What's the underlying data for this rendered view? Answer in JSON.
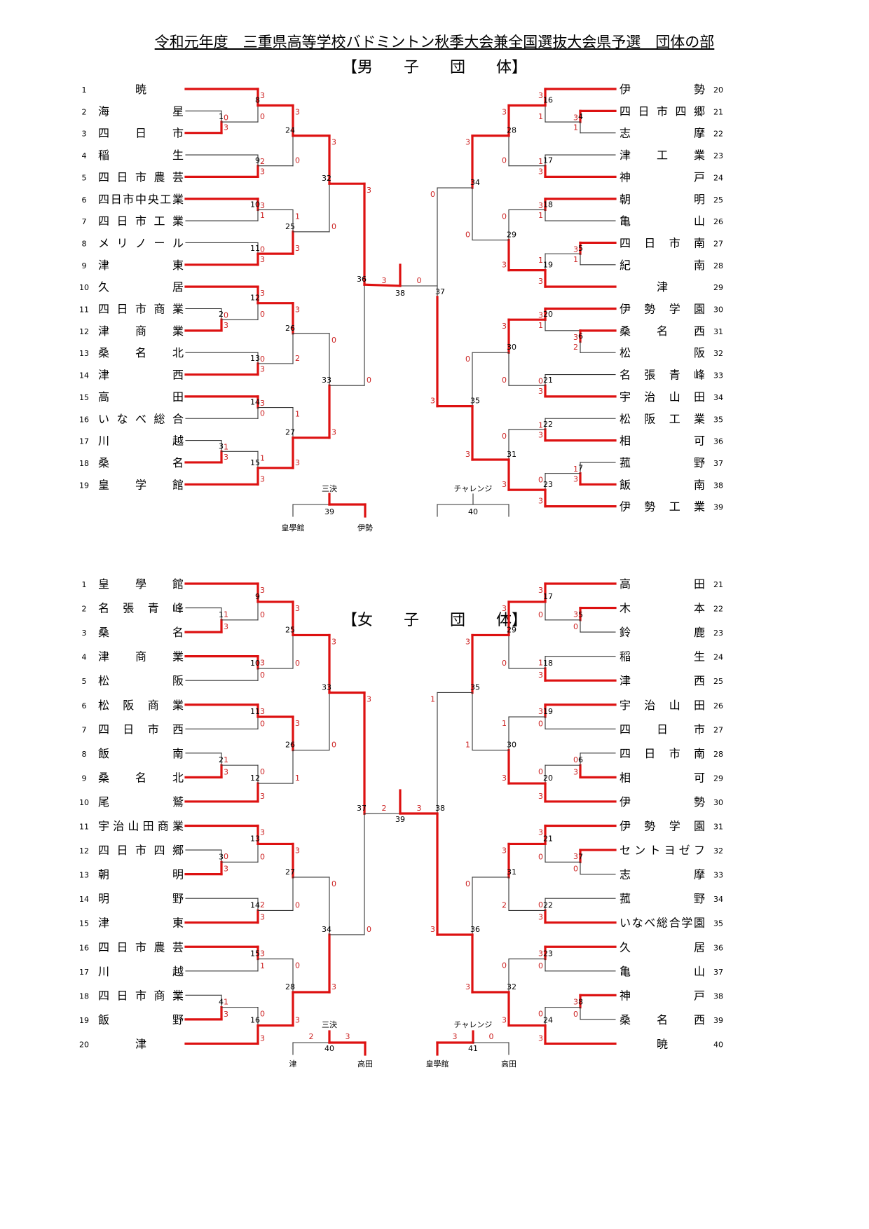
{
  "title": "令和元年度　三重県高等学校バドミントン秋季大会兼全国選抜大会県予選　団体の部",
  "men": {
    "header": "【男　　子　　団　　体】",
    "teams": [
      {
        "no": "1",
        "name": "暁"
      },
      {
        "no": "2",
        "name": "海星"
      },
      {
        "no": "3",
        "name": "四日市"
      },
      {
        "no": "4",
        "name": "稲生"
      },
      {
        "no": "5",
        "name": "四日市農芸"
      },
      {
        "no": "6",
        "name": "四日市中央工業"
      },
      {
        "no": "7",
        "name": "四日市工業"
      },
      {
        "no": "8",
        "name": "メリノール"
      },
      {
        "no": "9",
        "name": "津東"
      },
      {
        "no": "10",
        "name": "久居"
      },
      {
        "no": "11",
        "name": "四日市商業"
      },
      {
        "no": "12",
        "name": "津商業"
      },
      {
        "no": "13",
        "name": "桑名北"
      },
      {
        "no": "14",
        "name": "津西"
      },
      {
        "no": "15",
        "name": "高田"
      },
      {
        "no": "16",
        "name": "いなべ総合"
      },
      {
        "no": "17",
        "name": "川越"
      },
      {
        "no": "18",
        "name": "桑名"
      },
      {
        "no": "19",
        "name": "皇学館"
      },
      {
        "no": "20",
        "name": "伊勢"
      },
      {
        "no": "21",
        "name": "四日市四郷"
      },
      {
        "no": "22",
        "name": "志摩"
      },
      {
        "no": "23",
        "name": "津工業"
      },
      {
        "no": "24",
        "name": "神戸"
      },
      {
        "no": "25",
        "name": "朝明"
      },
      {
        "no": "26",
        "name": "亀山"
      },
      {
        "no": "27",
        "name": "四日市南"
      },
      {
        "no": "28",
        "name": "紀南"
      },
      {
        "no": "29",
        "name": "津"
      },
      {
        "no": "30",
        "name": "伊勢学園"
      },
      {
        "no": "31",
        "name": "桑名西"
      },
      {
        "no": "32",
        "name": "松阪"
      },
      {
        "no": "33",
        "name": "名張青峰"
      },
      {
        "no": "34",
        "name": "宇治山田"
      },
      {
        "no": "35",
        "name": "松阪工業"
      },
      {
        "no": "36",
        "name": "相可"
      },
      {
        "no": "37",
        "name": "菰野"
      },
      {
        "no": "38",
        "name": "飯南"
      },
      {
        "no": "39",
        "name": "伊勢工業"
      }
    ],
    "matches": [
      {
        "no": "1",
        "a": "0",
        "b": "3"
      },
      {
        "no": "2",
        "a": "0",
        "b": "3"
      },
      {
        "no": "3",
        "a": "1",
        "b": "3"
      },
      {
        "no": "4",
        "a": "3",
        "b": "1"
      },
      {
        "no": "5",
        "a": "3",
        "b": "1"
      },
      {
        "no": "6",
        "a": "3",
        "b": "2"
      },
      {
        "no": "7",
        "a": "1",
        "b": "3"
      },
      {
        "no": "8",
        "a": "3",
        "b": "0"
      },
      {
        "no": "9",
        "a": "2",
        "b": "3"
      },
      {
        "no": "10",
        "a": "3",
        "b": "1"
      },
      {
        "no": "11",
        "a": "0",
        "b": "3"
      },
      {
        "no": "12",
        "a": "3",
        "b": "0"
      },
      {
        "no": "13",
        "a": "0",
        "b": "3"
      },
      {
        "no": "14",
        "a": "3",
        "b": "0"
      },
      {
        "no": "15",
        "a": "1",
        "b": "3"
      },
      {
        "no": "16",
        "a": "3",
        "b": "1"
      },
      {
        "no": "17",
        "a": "1",
        "b": "3"
      },
      {
        "no": "18",
        "a": "3",
        "b": "1"
      },
      {
        "no": "19",
        "a": "1",
        "b": "3"
      },
      {
        "no": "20",
        "a": "3",
        "b": "1"
      },
      {
        "no": "21",
        "a": "0",
        "b": "3"
      },
      {
        "no": "22",
        "a": "1",
        "b": "3"
      },
      {
        "no": "23",
        "a": "0",
        "b": "3"
      },
      {
        "no": "24",
        "a": "3",
        "b": "0"
      },
      {
        "no": "25",
        "a": "1",
        "b": "3"
      },
      {
        "no": "26",
        "a": "3",
        "b": "2"
      },
      {
        "no": "27",
        "a": "1",
        "b": "3"
      },
      {
        "no": "28",
        "a": "3",
        "b": "0"
      },
      {
        "no": "29",
        "a": "0",
        "b": "3"
      },
      {
        "no": "30",
        "a": "3",
        "b": "0"
      },
      {
        "no": "31",
        "a": "0",
        "b": "3"
      },
      {
        "no": "32",
        "a": "3",
        "b": "0"
      },
      {
        "no": "33",
        "a": "0",
        "b": "3"
      },
      {
        "no": "34",
        "a": "3",
        "b": "0"
      },
      {
        "no": "35",
        "a": "0",
        "b": "3"
      },
      {
        "no": "36",
        "a": "3",
        "b": "0"
      },
      {
        "no": "37",
        "a": "0",
        "b": "3"
      },
      {
        "no": "38",
        "a": "3",
        "b": "0"
      }
    ],
    "third": {
      "label": "三決",
      "no": "39",
      "left": "皇學館",
      "right": "伊勢"
    },
    "challenge": {
      "label": "チャレンジ",
      "no": "40"
    }
  },
  "women": {
    "header": "【女　　子　　団　　体】",
    "teams": [
      {
        "no": "1",
        "name": "皇學館"
      },
      {
        "no": "2",
        "name": "名張青峰"
      },
      {
        "no": "3",
        "name": "桑名"
      },
      {
        "no": "4",
        "name": "津商業"
      },
      {
        "no": "5",
        "name": "松阪"
      },
      {
        "no": "6",
        "name": "松阪商業"
      },
      {
        "no": "7",
        "name": "四日市西"
      },
      {
        "no": "8",
        "name": "飯南"
      },
      {
        "no": "9",
        "name": "桑名北"
      },
      {
        "no": "10",
        "name": "尾鷲"
      },
      {
        "no": "11",
        "name": "宇治山田商業"
      },
      {
        "no": "12",
        "name": "四日市四郷"
      },
      {
        "no": "13",
        "name": "朝明"
      },
      {
        "no": "14",
        "name": "明野"
      },
      {
        "no": "15",
        "name": "津東"
      },
      {
        "no": "16",
        "name": "四日市農芸"
      },
      {
        "no": "17",
        "name": "川越"
      },
      {
        "no": "18",
        "name": "四日市商業"
      },
      {
        "no": "19",
        "name": "飯野"
      },
      {
        "no": "20",
        "name": "津"
      },
      {
        "no": "21",
        "name": "高田"
      },
      {
        "no": "22",
        "name": "木本"
      },
      {
        "no": "23",
        "name": "鈴鹿"
      },
      {
        "no": "24",
        "name": "稲生"
      },
      {
        "no": "25",
        "name": "津西"
      },
      {
        "no": "26",
        "name": "宇治山田"
      },
      {
        "no": "27",
        "name": "四日市"
      },
      {
        "no": "28",
        "name": "四日市南"
      },
      {
        "no": "29",
        "name": "相可"
      },
      {
        "no": "30",
        "name": "伊勢"
      },
      {
        "no": "31",
        "name": "伊勢学園"
      },
      {
        "no": "32",
        "name": "セントヨゼフ"
      },
      {
        "no": "33",
        "name": "志摩"
      },
      {
        "no": "34",
        "name": "菰野"
      },
      {
        "no": "35",
        "name": "いなべ総合学園"
      },
      {
        "no": "36",
        "name": "久居"
      },
      {
        "no": "37",
        "name": "亀山"
      },
      {
        "no": "38",
        "name": "神戸"
      },
      {
        "no": "39",
        "name": "桑名西"
      },
      {
        "no": "40",
        "name": "暁"
      }
    ],
    "matches": [
      {
        "no": "1",
        "a": "1",
        "b": "3"
      },
      {
        "no": "2",
        "a": "1",
        "b": "3"
      },
      {
        "no": "3",
        "a": "0",
        "b": "3"
      },
      {
        "no": "4",
        "a": "1",
        "b": "3"
      },
      {
        "no": "5",
        "a": "3",
        "b": "0"
      },
      {
        "no": "6",
        "a": "0",
        "b": "3"
      },
      {
        "no": "7",
        "a": "3",
        "b": "0"
      },
      {
        "no": "8",
        "a": "3",
        "b": "0"
      },
      {
        "no": "9",
        "a": "3",
        "b": "0"
      },
      {
        "no": "10",
        "a": "3",
        "b": "0"
      },
      {
        "no": "11",
        "a": "3",
        "b": "0"
      },
      {
        "no": "12",
        "a": "0",
        "b": "3"
      },
      {
        "no": "13",
        "a": "3",
        "b": "0"
      },
      {
        "no": "14",
        "a": "2",
        "b": "3"
      },
      {
        "no": "15",
        "a": "3",
        "b": "1"
      },
      {
        "no": "16",
        "a": "0",
        "b": "3"
      },
      {
        "no": "17",
        "a": "3",
        "b": "0"
      },
      {
        "no": "18",
        "a": "1",
        "b": "3"
      },
      {
        "no": "19",
        "a": "3",
        "b": "0"
      },
      {
        "no": "20",
        "a": "0",
        "b": "3"
      },
      {
        "no": "21",
        "a": "3",
        "b": "0"
      },
      {
        "no": "22",
        "a": "0",
        "b": "3"
      },
      {
        "no": "23",
        "a": "3",
        "b": "0"
      },
      {
        "no": "24",
        "a": "0",
        "b": "3"
      },
      {
        "no": "25",
        "a": "3",
        "b": "0"
      },
      {
        "no": "26",
        "a": "3",
        "b": "1"
      },
      {
        "no": "27",
        "a": "3",
        "b": "0"
      },
      {
        "no": "28",
        "a": "0",
        "b": "3"
      },
      {
        "no": "29",
        "a": "3",
        "b": "0"
      },
      {
        "no": "30",
        "a": "1",
        "b": "3"
      },
      {
        "no": "31",
        "a": "3",
        "b": "2"
      },
      {
        "no": "32",
        "a": "0",
        "b": "3"
      },
      {
        "no": "33",
        "a": "3",
        "b": "0"
      },
      {
        "no": "34",
        "a": "0",
        "b": "3"
      },
      {
        "no": "35",
        "a": "3",
        "b": "1"
      },
      {
        "no": "36",
        "a": "0",
        "b": "3"
      },
      {
        "no": "37",
        "a": "3",
        "b": "0"
      },
      {
        "no": "38",
        "a": "1",
        "b": "3"
      },
      {
        "no": "39",
        "a": "2",
        "b": "3"
      }
    ],
    "third": {
      "label": "三決",
      "no": "40",
      "left": "津",
      "right": "高田",
      "score_left": "2",
      "score_right": "3"
    },
    "challenge": {
      "label": "チャレンジ",
      "no": "41",
      "left": "皇學館",
      "right": "高田",
      "score_left": "3",
      "score_right": "0"
    }
  },
  "colors": {
    "win": "#dd1111",
    "line": "#333333",
    "score": "#cc2222"
  }
}
